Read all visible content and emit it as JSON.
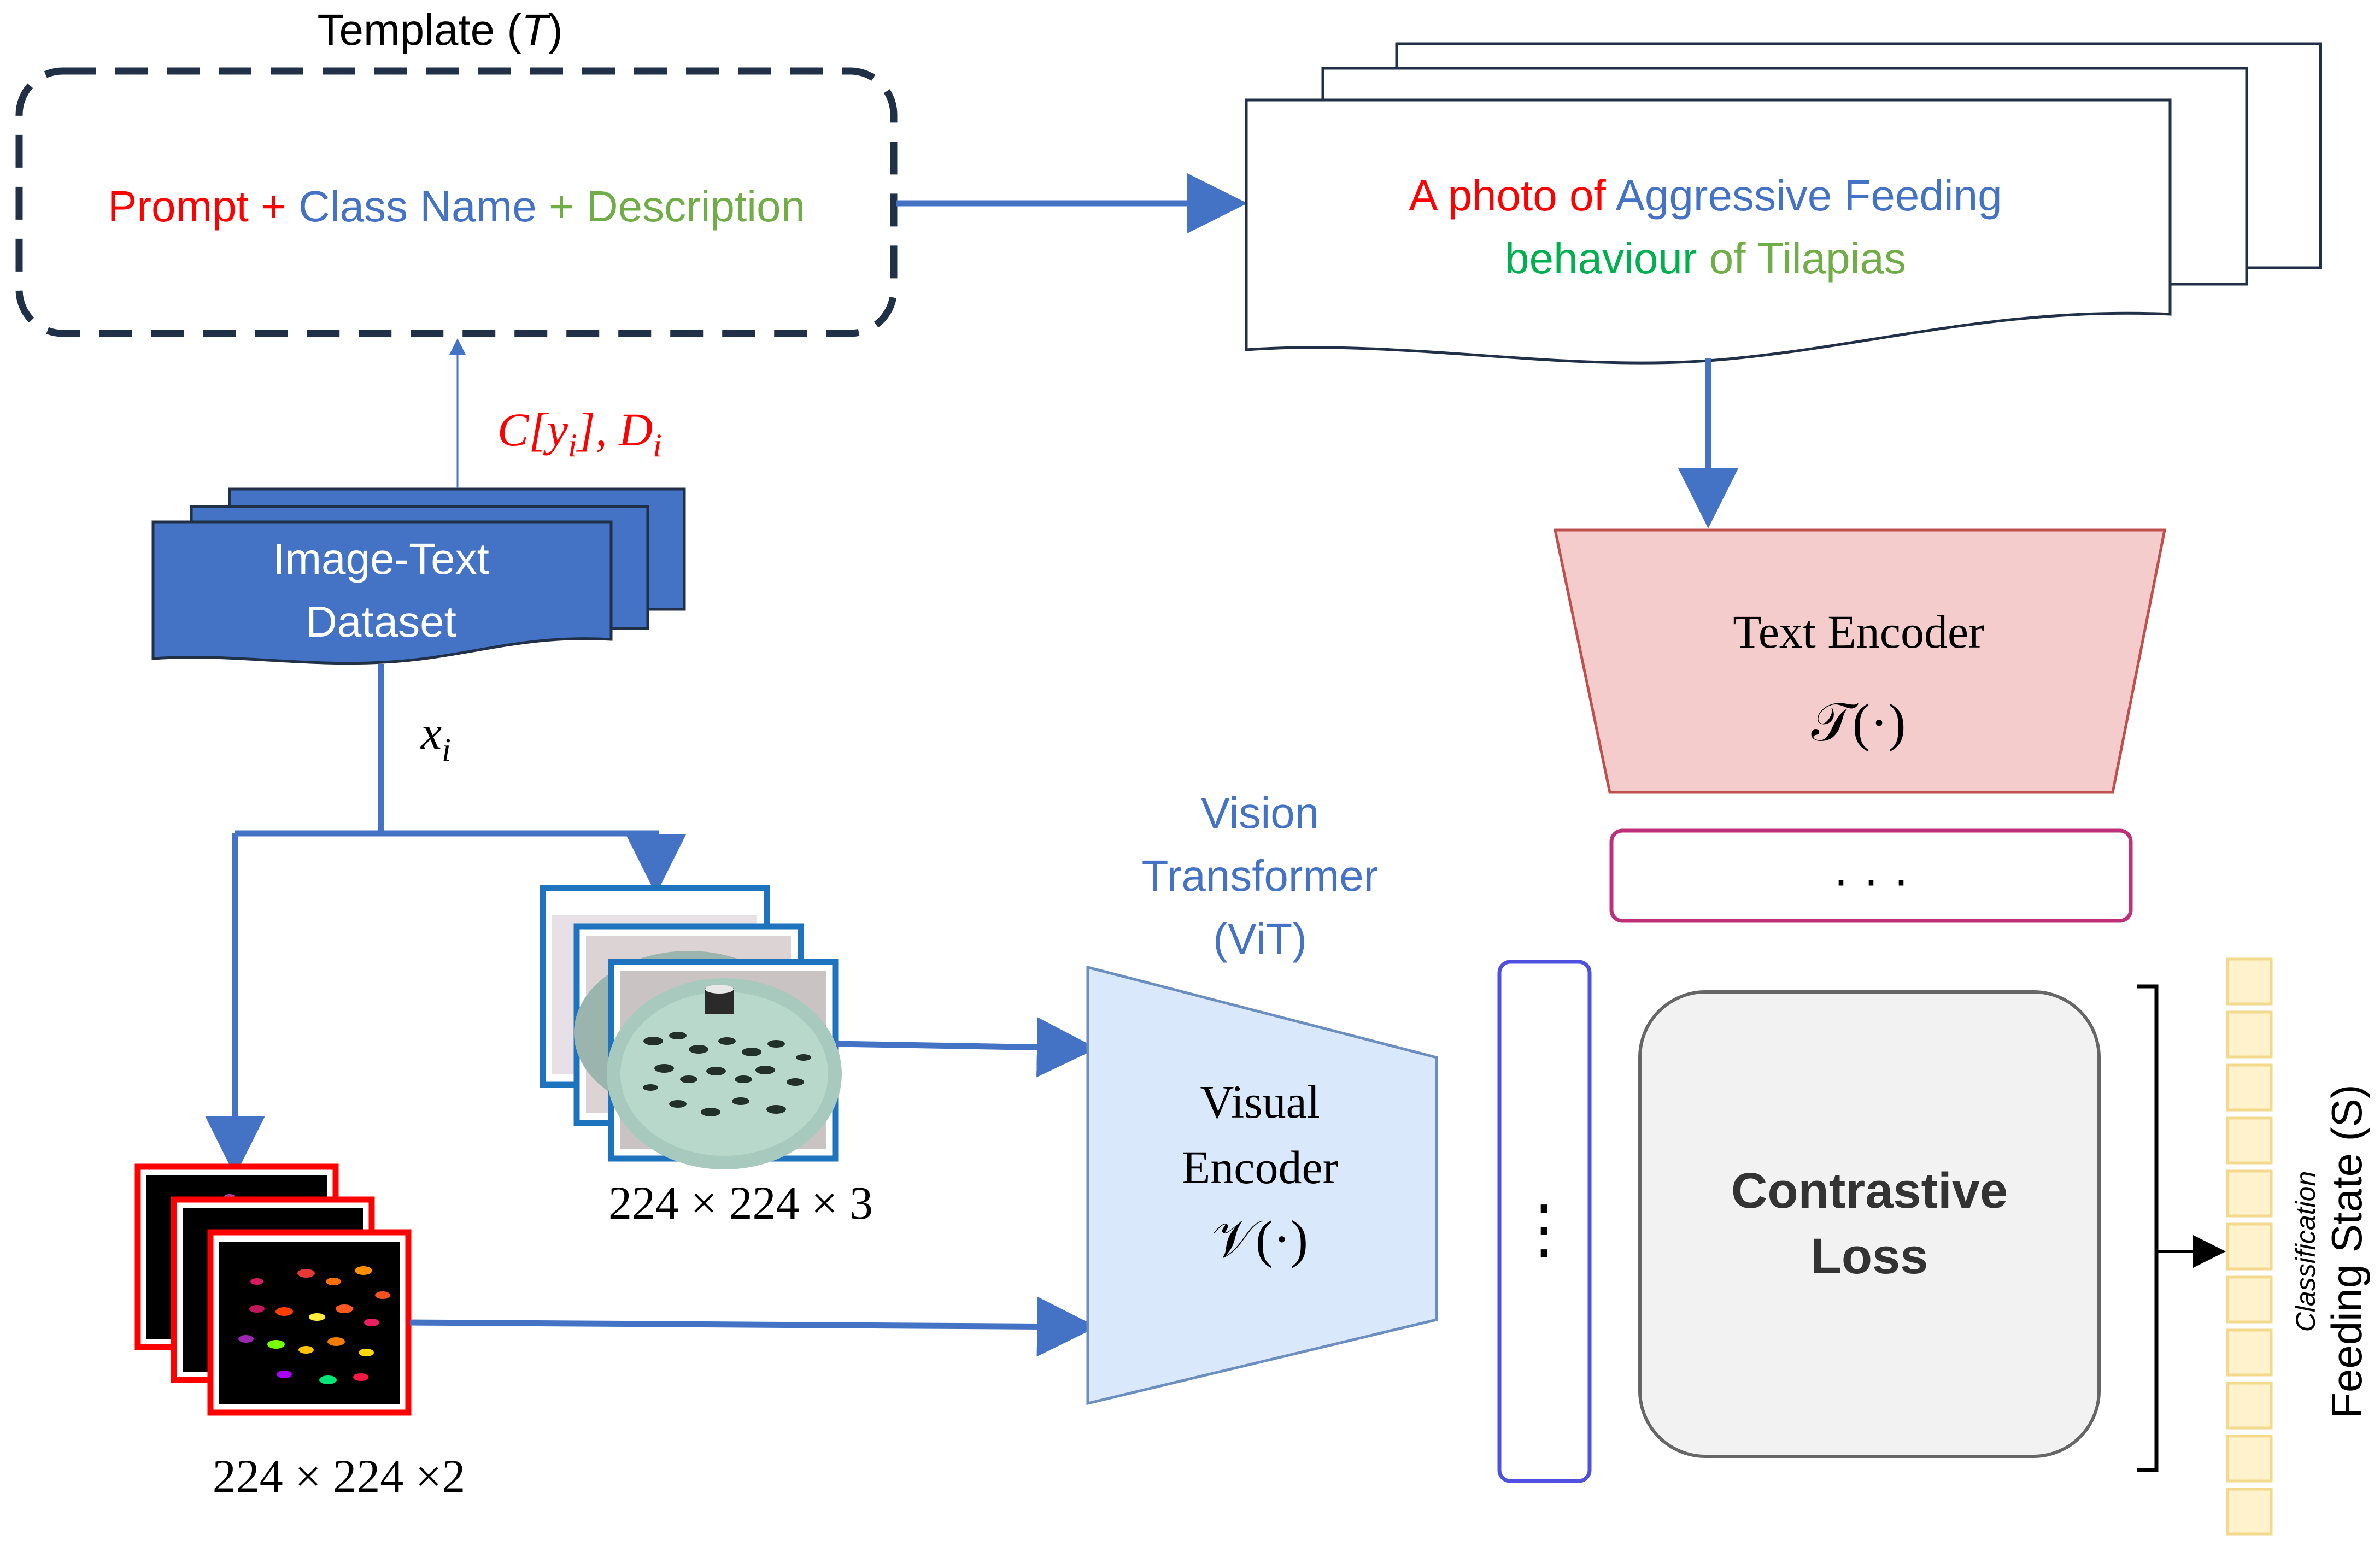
{
  "template": {
    "title_prefix": "Template (",
    "title_var": "T",
    "title_suffix": ")",
    "prompt": "Prompt",
    "plus1": " + ",
    "class_name": "Class Name",
    "plus2": " +  ",
    "description": "Description"
  },
  "caption": {
    "line1_part1": "A photo of ",
    "line1_part2": "Aggressive Feeding",
    "line2_part1": "behaviour",
    "line2_part2": " of Tilapias"
  },
  "dataset": {
    "line1": "Image-Text",
    "line2": "Dataset",
    "label_to_template": "C[y",
    "label_sub_i": "i",
    "label_mid": "], D",
    "label_sub_i2": "i",
    "label_input": "x",
    "label_input_sub": "i"
  },
  "images": {
    "rgb_dims": "224 × 224 × 3",
    "mask_dims": "224 × 224 ×2"
  },
  "vit": {
    "line1": "Vision",
    "line2": "Transformer",
    "line3": "(ViT)"
  },
  "visual_encoder": {
    "line1": "Visual",
    "line2": "Encoder",
    "symbol": "𝒱(·)"
  },
  "text_encoder": {
    "line1": "Text Encoder",
    "symbol": "𝒯(·)"
  },
  "text_embedding": {
    "dots": "· · ·"
  },
  "image_embedding": {
    "dots": "⋮"
  },
  "contrastive": {
    "line1": "Contrastive",
    "line2": "Loss"
  },
  "output": {
    "small_label": "Classification",
    "main_label": "Feeding State (S)"
  },
  "colors": {
    "arrow_blue": "#4472C4",
    "prompt_red": "#FF0000",
    "classname_blue": "#4472C4",
    "description_green": "#70AD47",
    "caption_green": "#00B050",
    "dataset_fill": "#4472C4",
    "text_encoder_fill": "#F4CCCC",
    "text_encoder_stroke": "#C0504D",
    "visual_encoder_fill": "#DAE8FC",
    "visual_encoder_stroke": "#6C8EBF",
    "text_emb_stroke": "#C0307A",
    "img_emb_stroke": "#5050E0",
    "loss_fill": "#F2F2F2",
    "output_cell_fill": "#FFF2CC",
    "output_cell_stroke": "#F2D98C"
  }
}
